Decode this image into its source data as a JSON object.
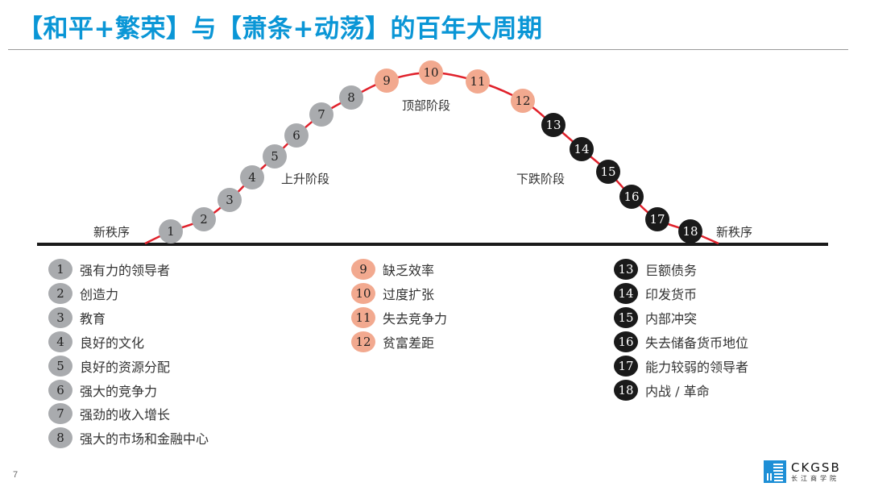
{
  "title": "【和平+繁荣】与【萧条+动荡】的百年大周期",
  "page_number": "7",
  "diagram": {
    "labels": {
      "new_order_left": "新秩序",
      "rising_phase": "上升阶段",
      "top_phase": "顶部阶段",
      "falling_phase": "下跌阶段",
      "new_order_right": "新秩序"
    },
    "colors": {
      "rising": "#a9abae",
      "top": "#f2a98f",
      "falling": "#1a1a1a",
      "curve": "#e0212b",
      "baseline": "#1a1a1a"
    },
    "stages": [
      {
        "num": "1",
        "phase": "rising",
        "text": "强有力的领导者"
      },
      {
        "num": "2",
        "phase": "rising",
        "text": "创造力"
      },
      {
        "num": "3",
        "phase": "rising",
        "text": "教育"
      },
      {
        "num": "4",
        "phase": "rising",
        "text": "良好的文化"
      },
      {
        "num": "5",
        "phase": "rising",
        "text": "良好的资源分配"
      },
      {
        "num": "6",
        "phase": "rising",
        "text": "强大的竞争力"
      },
      {
        "num": "7",
        "phase": "rising",
        "text": "强劲的收入增长"
      },
      {
        "num": "8",
        "phase": "rising",
        "text": "强大的市场和金融中心"
      },
      {
        "num": "9",
        "phase": "top",
        "text": "缺乏效率"
      },
      {
        "num": "10",
        "phase": "top",
        "text": "过度扩张"
      },
      {
        "num": "11",
        "phase": "top",
        "text": "失去竞争力"
      },
      {
        "num": "12",
        "phase": "top",
        "text": "贫富差距"
      },
      {
        "num": "13",
        "phase": "falling",
        "text": "巨额债务"
      },
      {
        "num": "14",
        "phase": "falling",
        "text": "印发货币"
      },
      {
        "num": "15",
        "phase": "falling",
        "text": "内部冲突"
      },
      {
        "num": "16",
        "phase": "falling",
        "text": "失去储备货币地位"
      },
      {
        "num": "17",
        "phase": "falling",
        "text": "能力较弱的领导者"
      },
      {
        "num": "18",
        "phase": "falling",
        "text": "内战 / 革命"
      }
    ]
  },
  "logo": {
    "en": "CKGSB",
    "cn": "长江商学院"
  }
}
